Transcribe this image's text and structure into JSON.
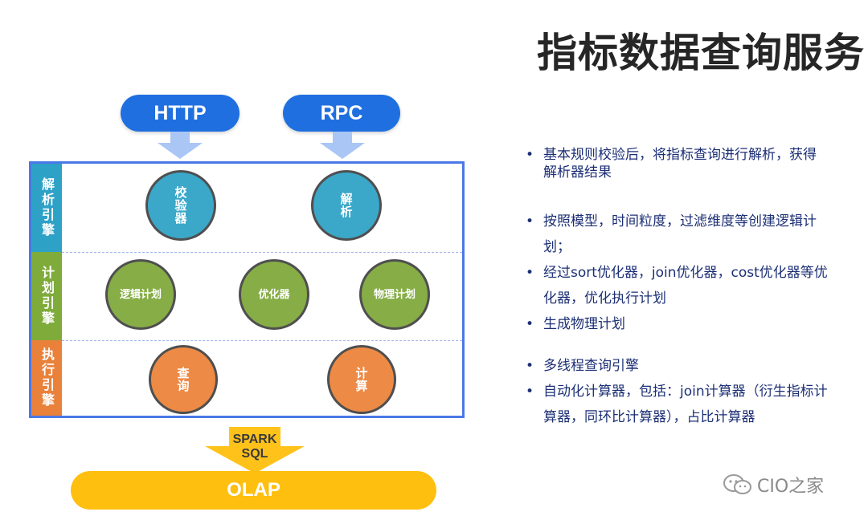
{
  "title": "指标数据查询服务",
  "inputs": {
    "http": "HTTP",
    "rpc": "RPC"
  },
  "colors": {
    "pill": "#1f6fe0",
    "frame": "#4a78e6",
    "blue": "#2ea1c7",
    "green": "#7fab3a",
    "orange": "#e9813a",
    "olap": "#ffbf0f",
    "bullet_text": "#1c2f75"
  },
  "bands": {
    "parse": {
      "label": "解析引擎",
      "nodes": [
        "校验器",
        "解析"
      ]
    },
    "plan": {
      "label": "计划引擎",
      "nodes": [
        "逻辑计划",
        "优化器",
        "物理计划"
      ]
    },
    "exec": {
      "label": "执行引擎",
      "nodes": [
        "查询",
        "计算"
      ]
    }
  },
  "spark_sql": {
    "line1": "SPARK",
    "line2": "SQL"
  },
  "olap": "OLAP",
  "bullets": [
    "基本规则校验后，将指标查询进行解析，获得解析器结果",
    "按照模型，时间粒度，过滤维度等创建逻辑计划；",
    "经过sort优化器，join优化器，cost优化器等优化器，优化执行计划",
    "生成物理计划",
    "多线程查询引擎",
    "自动化计算器，包括：join计算器（衍生指标计算器，同环比计算器），占比计算器"
  ],
  "watermark": "CIO之家"
}
